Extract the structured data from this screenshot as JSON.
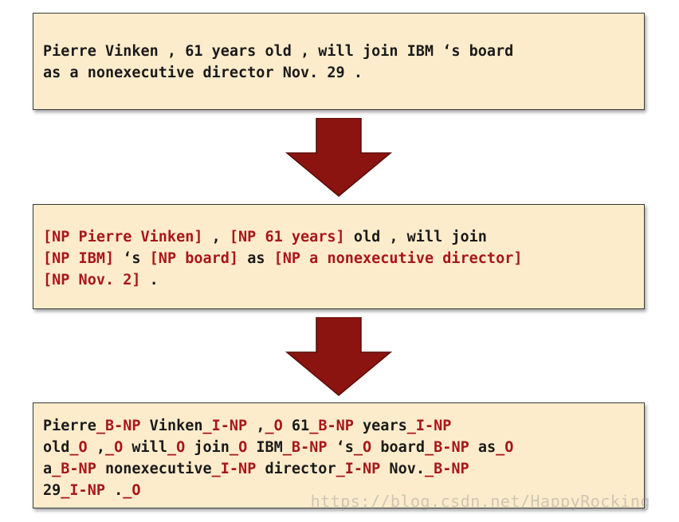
{
  "box1": {
    "lines": [
      [
        {
          "text": "Pierre Vinken , 61 years old , will join IBM ‘s board",
          "tag": false
        }
      ],
      [
        {
          "text": "as a nonexecutive director Nov. 29 .",
          "tag": false
        }
      ]
    ]
  },
  "box2": {
    "lines": [
      [
        {
          "text": "[NP Pierre Vinken]",
          "tag": true
        },
        {
          "text": " , ",
          "tag": false
        },
        {
          "text": "[NP 61 years]",
          "tag": true
        },
        {
          "text": " old , will join",
          "tag": false
        }
      ],
      [
        {
          "text": "[NP IBM]",
          "tag": true
        },
        {
          "text": " ‘s ",
          "tag": false
        },
        {
          "text": "[NP board]",
          "tag": true
        },
        {
          "text": " as ",
          "tag": false
        },
        {
          "text": "[NP a nonexecutive director]",
          "tag": true
        }
      ],
      [
        {
          "text": "[NP Nov. 2]",
          "tag": true
        },
        {
          "text": " .",
          "tag": false
        }
      ]
    ]
  },
  "box3": {
    "lines": [
      [
        {
          "text": "Pierre",
          "tag": false
        },
        {
          "text": "_B-NP",
          "tag": true
        },
        {
          "text": " Vinken",
          "tag": false
        },
        {
          "text": "_I-NP",
          "tag": true
        },
        {
          "text": " ,",
          "tag": false
        },
        {
          "text": "_O",
          "tag": true
        },
        {
          "text": " 61",
          "tag": false
        },
        {
          "text": "_B-NP",
          "tag": true
        },
        {
          "text": " years",
          "tag": false
        },
        {
          "text": "_I-NP",
          "tag": true
        }
      ],
      [
        {
          "text": "old",
          "tag": false
        },
        {
          "text": "_O",
          "tag": true
        },
        {
          "text": " ,",
          "tag": false
        },
        {
          "text": "_O",
          "tag": true
        },
        {
          "text": " will",
          "tag": false
        },
        {
          "text": "_O",
          "tag": true
        },
        {
          "text": " join",
          "tag": false
        },
        {
          "text": "_O",
          "tag": true
        },
        {
          "text": " IBM",
          "tag": false
        },
        {
          "text": "_B-NP",
          "tag": true
        },
        {
          "text": " ‘s",
          "tag": false
        },
        {
          "text": "_O",
          "tag": true
        },
        {
          "text": " board",
          "tag": false
        },
        {
          "text": "_B-NP",
          "tag": true
        },
        {
          "text": " as",
          "tag": false
        },
        {
          "text": "_O",
          "tag": true
        }
      ],
      [
        {
          "text": "a",
          "tag": false
        },
        {
          "text": "_B-NP",
          "tag": true
        },
        {
          "text": " nonexecutive",
          "tag": false
        },
        {
          "text": "_I-NP",
          "tag": true
        },
        {
          "text": " director",
          "tag": false
        },
        {
          "text": "_I-NP",
          "tag": true
        },
        {
          "text": " Nov.",
          "tag": false
        },
        {
          "text": "_B-NP",
          "tag": true
        }
      ],
      [
        {
          "text": "29",
          "tag": false
        },
        {
          "text": "_I-NP",
          "tag": true
        },
        {
          "text": " .",
          "tag": false
        },
        {
          "text": "_O",
          "tag": true
        }
      ]
    ]
  },
  "watermark": "https://blog.csdn.net/HappyRocking",
  "colors": {
    "box_fill": "#fdeccb",
    "tag_red": "#a8161a",
    "arrow_fill": "#8b1410",
    "text": "#1a1a1a"
  }
}
